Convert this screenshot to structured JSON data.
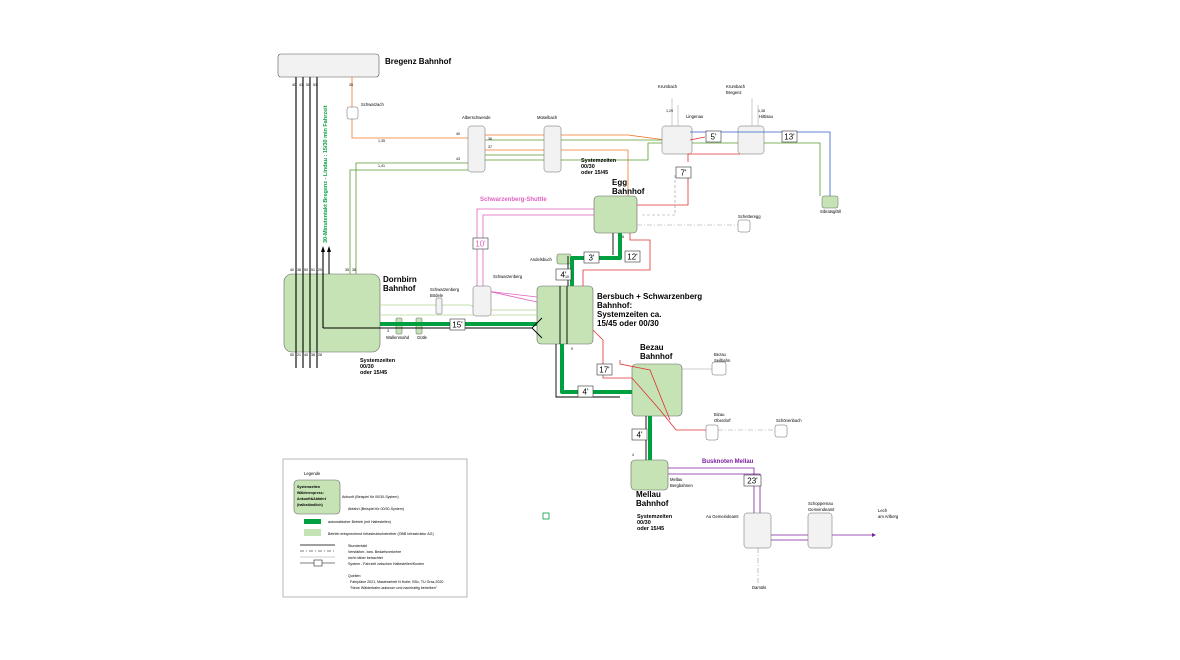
{
  "stations": {
    "bregenz": "Bregenz Bahnhof",
    "dornbirn_1": "Dornbirn",
    "dornbirn_2": "Bahnhof",
    "egg_1": "Egg",
    "egg_2": "Bahnhof",
    "bersbuch_1": "Bersbuch + Schwarzenberg",
    "bersbuch_2": "Bahnhof:",
    "bersbuch_3": "Systemzeiten ca.",
    "bersbuch_4": "15/45 oder 00/30",
    "bezau_1": "Bezau",
    "bezau_2": "Bahnhof",
    "mellau_1": "Mellau",
    "mellau_2": "Bahnhof"
  },
  "systemzeiten": {
    "dornbirn": [
      "Systemzeiten",
      "00/30",
      "oder 15/45"
    ],
    "egg": [
      "Systemzeiten",
      "00/30",
      "oder 15/45"
    ],
    "mellau": [
      "Systemzeiten",
      "00/30",
      "oder 15/45"
    ]
  },
  "stops": {
    "schwarzach": "Schwarzach",
    "alberschwende": "Alberschwende",
    "muselbach": "Müselbach",
    "krumbach": "Krumbach",
    "krumbach_bregenz_1": "Krumbach",
    "krumbach_bregenz_2": "Bregenz",
    "lingenau": "Lingenau",
    "hittisau": "Hittisau",
    "sibratsgfall": "Sibratsgfäll",
    "schetteregg": "Schetteregg",
    "andelsbuch": "Andelsbuch",
    "schwarzenberg": "Schwarzenberg",
    "schwarzenberg_boedele_1": "Schwarzenberg",
    "schwarzenberg_boedele_2": "Bödele",
    "wallenmahd": "Wallenmahd",
    "gutle": "Gütle",
    "bezau_seilbahn_1": "Bezau",
    "bezau_seilbahn_2": "Seilbahn",
    "bizau_1": "Bizau",
    "bizau_2": "Oberdorf",
    "schoenenbach": "Schönenbach",
    "mellau_bergbahnen_1": "Mellau",
    "mellau_bergbahnen_2": "Bergbahnen",
    "au": "Au Gemeindeamt",
    "schoppernau_1": "Schoppernau",
    "schoppernau_2": "Gemeindeamt",
    "lech_1": "Lech",
    "lech_2": "am Arlberg",
    "damuels": "Damüls"
  },
  "shuttle_label": "Schwarzenberg-Shuttle",
  "busknoten_label": "Busknoten Mellau",
  "takt_label": "30-Minutentakt Bregenz - Lindau : 15/30 min Fahrzeit",
  "travel_times": [
    "5'",
    "13'",
    "7'",
    "3'",
    "12'",
    "10'",
    "4'",
    "15'",
    "17'",
    "4'",
    "4'",
    "23'"
  ],
  "line_numbers": {
    "bregenz_top": [
      "40",
      "41",
      "50",
      "51"
    ],
    "bregenz_side": "35",
    "dornbirn_top": [
      "40",
      "38",
      "50",
      "51",
      "20"
    ],
    "dornbirn_mid": [
      "35",
      "38"
    ],
    "dornbirn_bottom": [
      "50",
      "21",
      "40",
      "38",
      "28"
    ],
    "line_3": "3",
    "line_36": "36",
    "line_37": "37",
    "line_40": "40",
    "line_43": "43",
    "line_1_35": "1,35",
    "line_1_41": "1,41",
    "line_1_29": "1,29",
    "line_1_38": "1,38",
    "line_8": "8",
    "line_4": "4",
    "line_9": "9",
    "line_10": "10"
  },
  "legend": {
    "title": "Legende",
    "box_1": "Systemzeiten",
    "box_2": "Wälderexpress:",
    "box_3": "Ankunft&Abfahrt",
    "box_4": "(halbstündlich)",
    "arrival": "Ankunft (Beispiel für 00/30-System)",
    "departure": "Abfahrt (Beispiel für 00/30-System)",
    "auto": "automatischer Betrieb (mit Haltestellen)",
    "infra": "Betrieb entsprechend Infrastrukturbetreiber (ÖBB Infrastruktur AG)",
    "stundentakt": "Stundentakt",
    "verstaerker": "Verstärker- bzw. Bedarfsverkehre",
    "nicht_naeher": "nicht näher betrachtet",
    "system": "System - Fahrzeit zwischen Haltestellen/Knoten",
    "quellen": "Quellen:",
    "quelle_1": "Fahrpläne 2021, Masterarbeit N.Hofer, BSc, TU Graz,2020",
    "quelle_2": "\"Neue Wälderbahn-autonom und nachhaltig betreiben\""
  },
  "colors": {
    "green_line": "#00a040",
    "light_green": "#c6e3b5",
    "dark_green_line": "#5a9a2e",
    "orange_line": "#f07a2a",
    "red_line": "#e03030",
    "pink_line": "#e060c0",
    "purple_line": "#8020a0",
    "blue_line": "#3060d0",
    "black_line": "#000000"
  }
}
